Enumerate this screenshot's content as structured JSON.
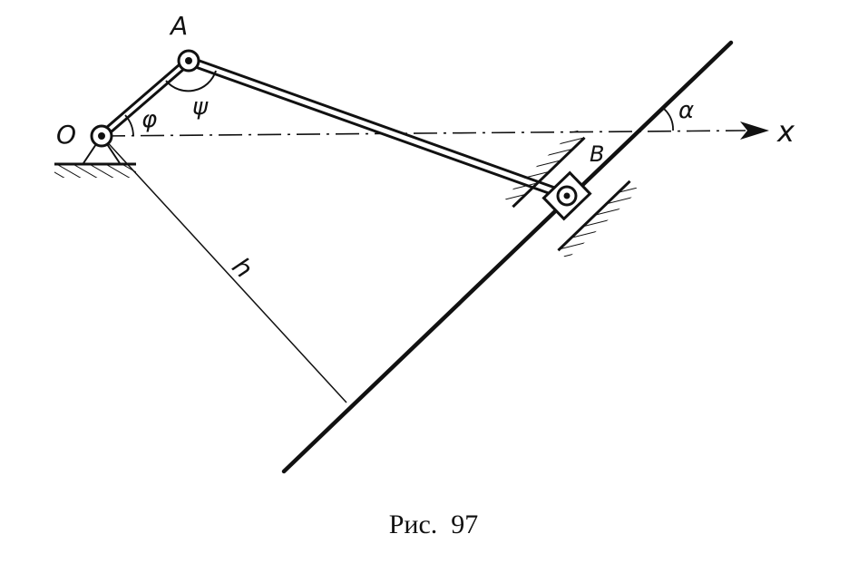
{
  "figure": {
    "labels": {
      "point_o": "O",
      "point_a": "A",
      "point_b": "B",
      "axis_x": "x",
      "angle_phi": "φ",
      "angle_psi": "ψ",
      "angle_alpha": "α",
      "distance_h": "h"
    },
    "caption": "Рис.  97"
  }
}
